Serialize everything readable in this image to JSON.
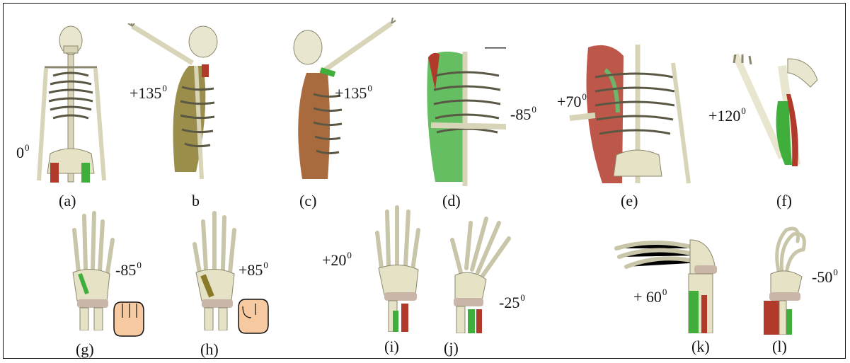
{
  "panels": [
    {
      "caption": "(a)",
      "angle_value": "0",
      "angle_unit": "0"
    },
    {
      "caption": "b",
      "angle_value": "+135",
      "angle_unit": "0"
    },
    {
      "caption": "(c)",
      "angle_value": "+135",
      "angle_unit": "0"
    },
    {
      "caption": "(d)",
      "angle_value": "-85",
      "angle_unit": "0"
    },
    {
      "caption": "(e)",
      "angle_value": "+70",
      "angle_unit": "0"
    },
    {
      "caption": "(f)",
      "angle_value": "+120",
      "angle_unit": "0"
    },
    {
      "caption": "(g)",
      "angle_value": "-85",
      "angle_unit": "0"
    },
    {
      "caption": "(h)",
      "angle_value": "+85",
      "angle_unit": "0"
    },
    {
      "caption": "(i)",
      "angle_value": "+20",
      "angle_unit": "0"
    },
    {
      "caption": "(j)",
      "angle_value": "-25",
      "angle_unit": "0"
    },
    {
      "caption": "(k)",
      "angle_value": "+ 60",
      "angle_unit": "0"
    },
    {
      "caption": "(l)",
      "angle_value": "-50",
      "angle_unit": "0"
    }
  ],
  "colors": {
    "bone": "#e9e6cf",
    "bone_stroke": "#8a876c",
    "muscle_green": "#3fae3a",
    "muscle_red": "#b23a2a",
    "muscle_olive": "#8a7a2a",
    "muscle_brown": "#a05a28",
    "wrap": "#c9b6a8",
    "hand_icon": "#f6c9a0"
  }
}
